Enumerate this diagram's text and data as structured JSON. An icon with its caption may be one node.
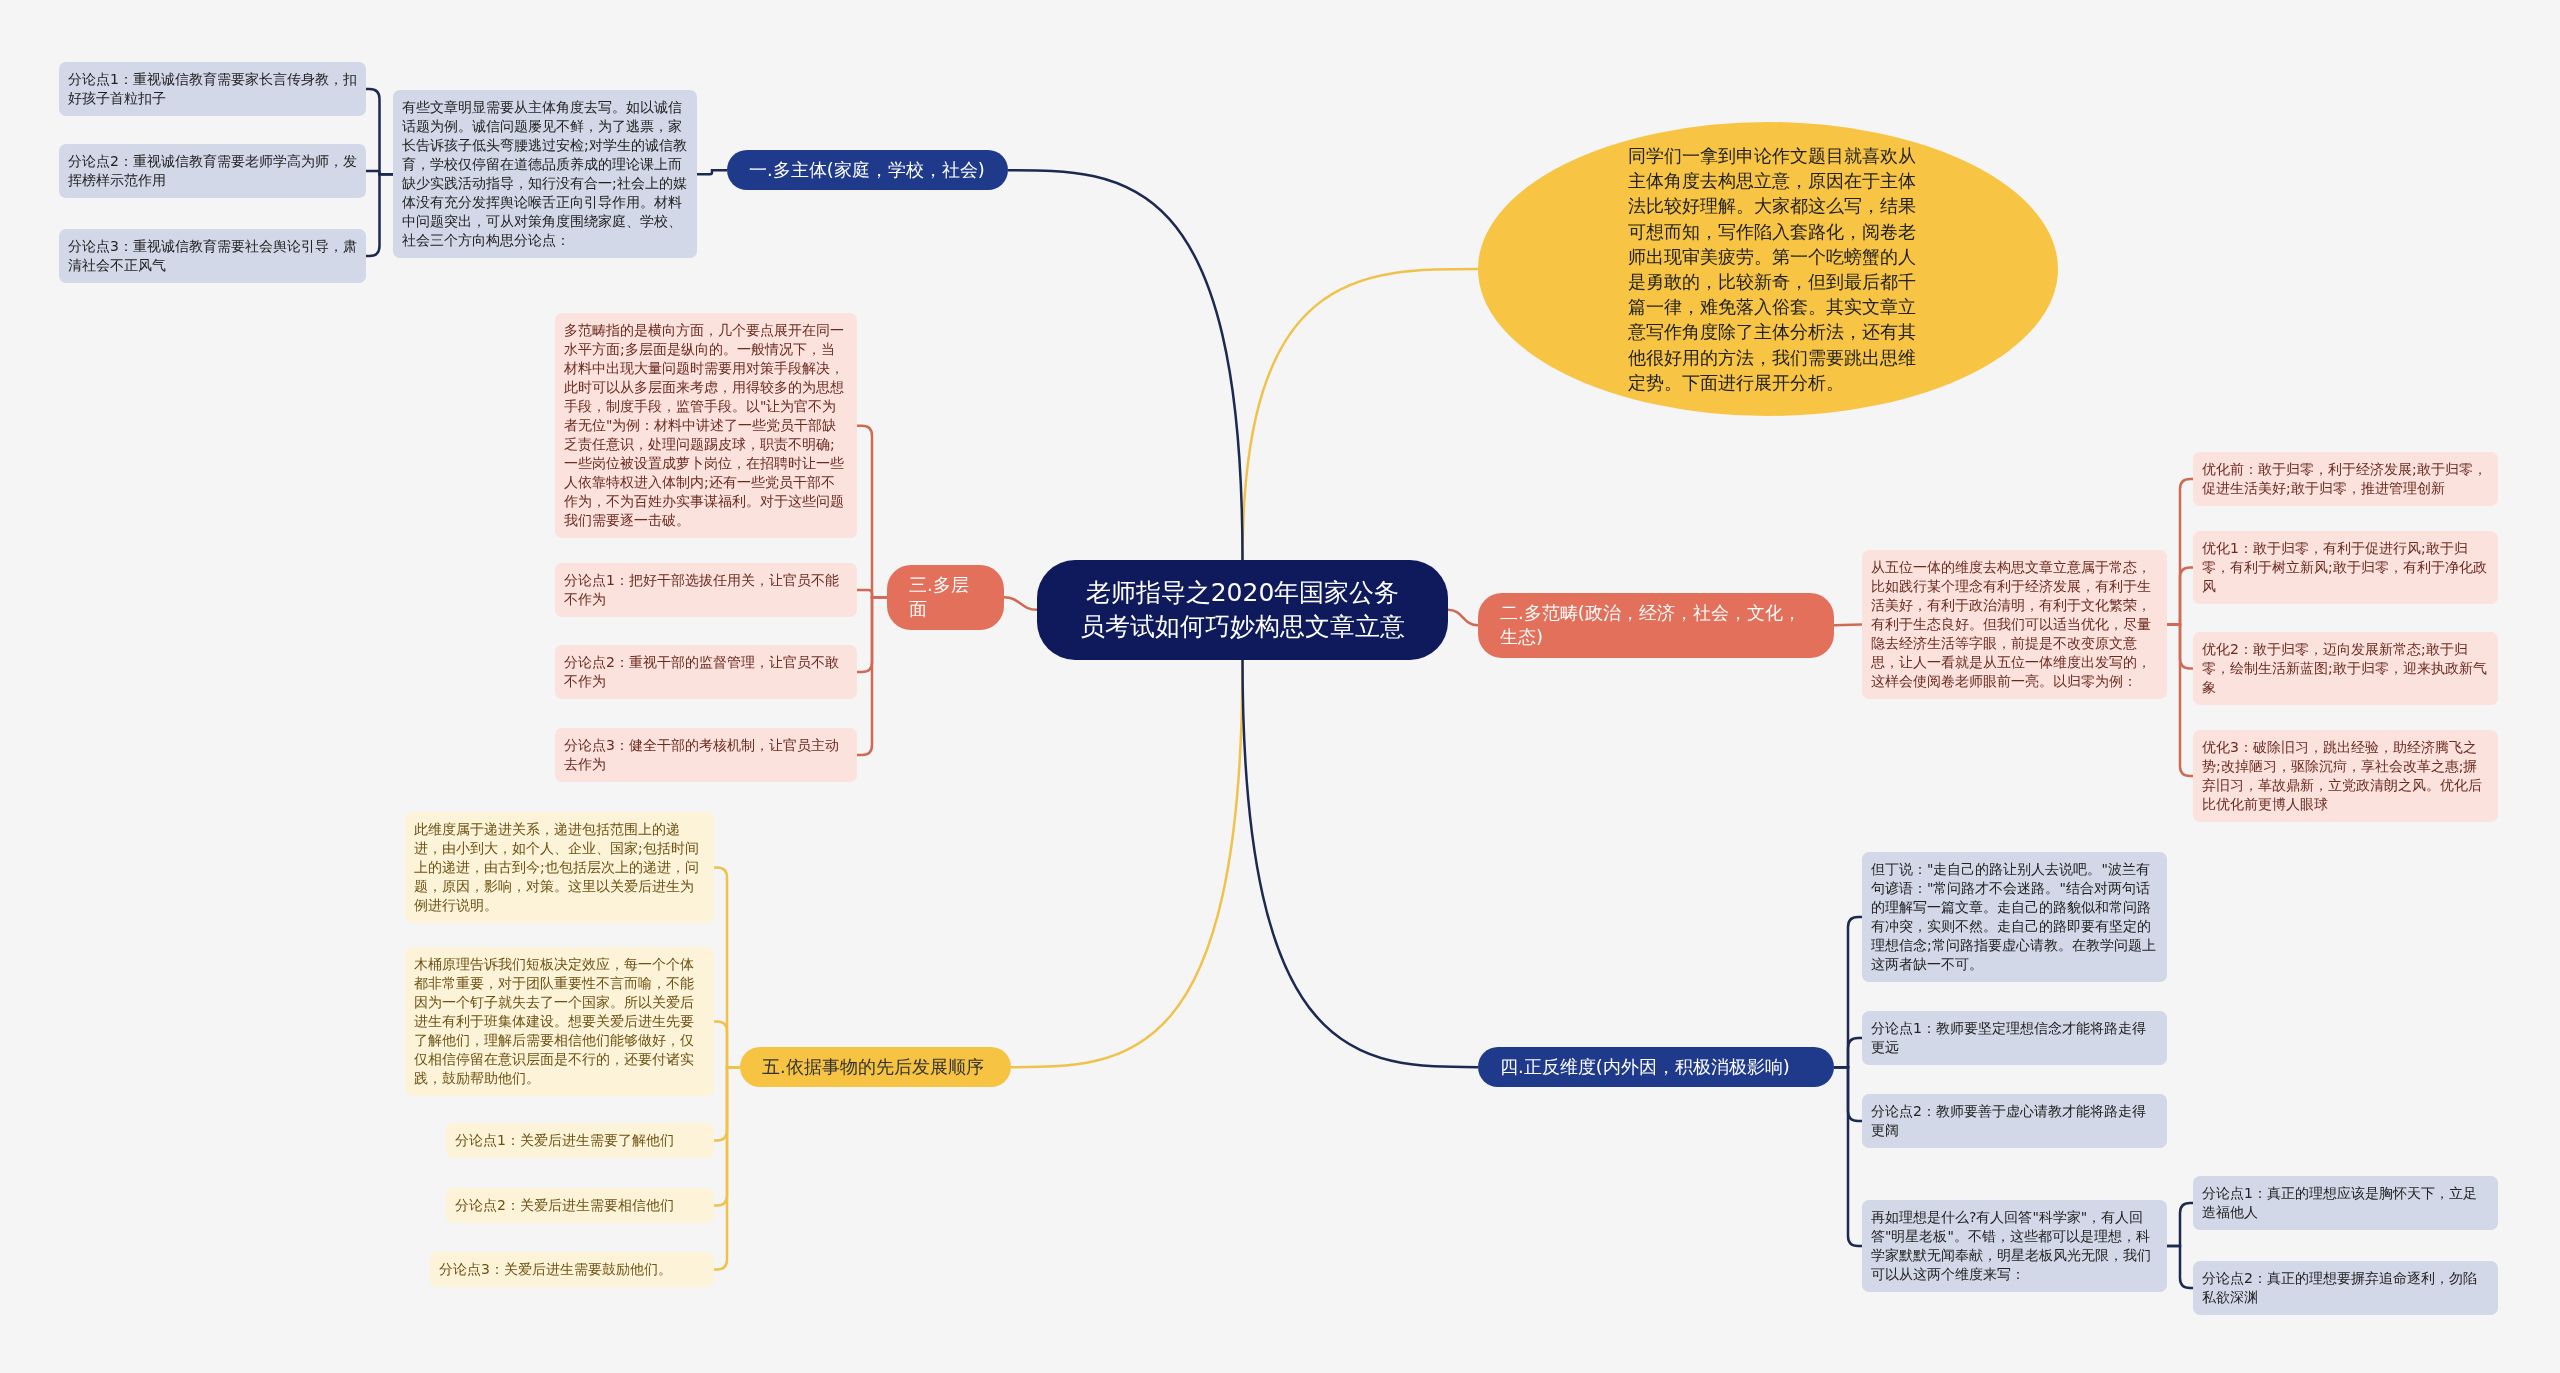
{
  "diagram": {
    "nodes": [
      {
        "text": [
          "老师指导之2020年国家公务员考试如何巧妙构思文章立意"
        ]
      },
      {
        "text": [
          "同学们一拿到申论作文题目就喜欢从主体角度去构思立意，原因在于主体法比较好理解。大家都这么写，结果可想而知，写作陷入套路化，阅卷老师出现审美疲劳。第一个吃螃蟹的人是勇敢的，比较新奇，但到最后都千篇一律，难免落入俗套。其实文章立意写作角度除了主体分析法，还有其他很好用的方法，我们需要跳出思维定势。下面进行展开分析。"
        ]
      },
      {
        "text": [
          "一.多主体(家庭，学校，社会)"
        ]
      },
      {
        "text": [
          "有些文章明显需要从主体角度去写。如以诚信话题为例。诚信问题屡见不鲜，为了逃票，家长告诉孩子低头弯腰逃过安检;对学生的诚信教育，学校仅停留在道德品质养成的理论课上而缺少实践活动指导，知行没有合一;社会上的媒体没有充分发挥舆论喉舌正向引导作用。材料中问题突出，可从对策角度围绕家庭、学校、社会三个方向构思分论点："
        ]
      },
      {
        "text": [
          "分论点1：重视诚信教育需要家长言传身教，扣好孩子首粒扣子"
        ]
      },
      {
        "text": [
          "分论点2：重视诚信教育需要老师学高为师，发挥榜样示范作用"
        ]
      },
      {
        "text": [
          "分论点3：重视诚信教育需要社会舆论引导，肃清社会不正风气"
        ]
      },
      {
        "text": [
          "三.多层面"
        ]
      },
      {
        "text": [
          "多范畴指的是横向方面，几个要点展开在同一水平方面;多层面是纵向的。一般情况下，当材料中出现大量问题时需要用对策手段解决，此时可以从多层面来考虑，用得较多的为思想手段，制度手段，监管手段。以\"让为官不为者无位\"为例：材料中讲述了一些党员干部缺乏责任意识，处理问题踢皮球，职责不明确;一些岗位被设置成萝卜岗位，在招聘时让一些人依靠特权进入体制内;还有一些党员干部不作为，不为百姓办实事谋福利。对于这些问题我们需要逐一击破。"
        ]
      },
      {
        "text": [
          "分论点1：把好干部选拔任用关，让官员不能不作为"
        ]
      },
      {
        "text": [
          "分论点2：重视干部的监督管理，让官员不敢不作为"
        ]
      },
      {
        "text": [
          "分论点3：健全干部的考核机制，让官员主动去作为"
        ]
      },
      {
        "text": [
          "五.依据事物的先后发展顺序"
        ]
      },
      {
        "text": [
          "此维度属于递进关系，递进包括范围上的递进，由小到大，如个人、企业、国家;包括时间上的递进，由古到今;也包括层次上的递进，问题，原因，影响，对策。这里以关爱后进生为例进行说明。"
        ]
      },
      {
        "text": [
          "木桶原理告诉我们短板决定效应，每一个个体都非常重要，对于团队重要性不言而喻，不能因为一个钉子就失去了一个国家。所以关爱后进生有利于班集体建设。想要关爱后进生先要了解他们，理解后需要相信他们能够做好，仅仅相信停留在意识层面是不行的，还要付诸实践，鼓励帮助他们。"
        ]
      },
      {
        "text": [
          "分论点1：关爱后进生需要了解他们"
        ]
      },
      {
        "text": [
          "分论点2：关爱后进生需要相信他们"
        ]
      },
      {
        "text": [
          "分论点3：关爱后进生需要鼓励他们。"
        ]
      },
      {
        "text": [
          "二.多范畴(政治，经济，社会，文化，生态)"
        ]
      },
      {
        "text": [
          "从五位一体的维度去构思文章立意属于常态，比如践行某个理念有利于经济发展，有利于生活美好，有利于政治清明，有利于文化繁荣，有利于生态良好。但我们可以适当优化，尽量隐去经济生活等字眼，前提是不改变原文意思，让人一看就是从五位一体维度出发写的，这样会使阅卷老师眼前一亮。以归零为例："
        ]
      },
      {
        "text": [
          "优化前：敢于归零，利于经济发展;敢于归零，促进生活美好;敢于归零，推进管理创新"
        ]
      },
      {
        "text": [
          "优化1：敢于归零，有利于促进行风;敢于归零，有利于树立新风;敢于归零，有利于净化政风"
        ]
      },
      {
        "text": [
          "优化2：敢于归零，迈向发展新常态;敢于归零，绘制生活新蓝图;敢于归零，迎来执政新气象"
        ]
      },
      {
        "text": [
          "优化3：破除旧习，跳出经验，助经济腾飞之势;改掉陋习，驱除沉疴，享社会改革之惠;摒弃旧习，革故鼎新，立党政清朗之风。优化后比优化前更博人眼球"
        ]
      },
      {
        "text": [
          "四.正反维度(内外因，积极消极影响)"
        ]
      },
      {
        "text": [
          "但丁说：\"走自己的路让别人去说吧。\"波兰有句谚语：\"常问路才不会迷路。\"结合对两句话的理解写一篇文章。走自己的路貌似和常问路有冲突，实则不然。走自己的路即要有坚定的理想信念;常问路指要虚心请教。在教学问题上这两者缺一不可。"
        ]
      },
      {
        "text": [
          "分论点1：教师要坚定理想信念才能将路走得更远"
        ]
      },
      {
        "text": [
          "分论点2：教师要善于虚心请教才能将路走得更阔"
        ]
      },
      {
        "text": [
          "再如理想是什么?有人回答\"科学家\"，有人回答\"明星老板\"。不错，这些都可以是理想，科学家默默无闻奉献，明星老板风光无限，我们可以从这两个维度来写："
        ]
      },
      {
        "text": [
          "分论点1：真正的理想应该是胸怀天下，立足造福他人"
        ]
      },
      {
        "text": [
          "分论点2：真正的理想要摒弃追命逐利，勿陷私欲深渊"
        ]
      }
    ],
    "edges": [
      {
        "from": 0,
        "to": 1,
        "arrow": "none",
        "color": "#f1c24b"
      },
      {
        "from": 0,
        "to": 2,
        "arrow": "none"
      },
      {
        "from": 2,
        "to": 3,
        "arrow": "none"
      },
      {
        "from": 3,
        "to": 4,
        "arrow": "none"
      },
      {
        "from": 3,
        "to": 5,
        "arrow": "none"
      },
      {
        "from": 3,
        "to": 6,
        "arrow": "none"
      },
      {
        "from": 0,
        "to": 7,
        "arrow": "none",
        "color": "#cf6a55"
      },
      {
        "from": 7,
        "to": 8,
        "arrow": "none",
        "color": "#cf6a55"
      },
      {
        "from": 7,
        "to": 9,
        "arrow": "none",
        "color": "#cf6a55"
      },
      {
        "from": 7,
        "to": 10,
        "arrow": "none",
        "color": "#cf6a55"
      },
      {
        "from": 7,
        "to": 11,
        "arrow": "none",
        "color": "#cf6a55"
      },
      {
        "from": 0,
        "to": 12,
        "arrow": "none",
        "color": "#f1c24b"
      },
      {
        "from": 12,
        "to": 13,
        "arrow": "none",
        "color": "#f1c24b"
      },
      {
        "from": 12,
        "to": 14,
        "arrow": "none",
        "color": "#f1c24b"
      },
      {
        "from": 12,
        "to": 15,
        "arrow": "none",
        "color": "#f1c24b"
      },
      {
        "from": 12,
        "to": 16,
        "arrow": "none",
        "color": "#f1c24b"
      },
      {
        "from": 12,
        "to": 17,
        "arrow": "none",
        "color": "#f1c24b"
      },
      {
        "from": 0,
        "to": 18,
        "arrow": "none",
        "color": "#cf6a55"
      },
      {
        "from": 18,
        "to": 19,
        "arrow": "none",
        "color": "#cf6a55"
      },
      {
        "from": 19,
        "to": 20,
        "arrow": "none",
        "color": "#cf6a55"
      },
      {
        "from": 19,
        "to": 21,
        "arrow": "none",
        "color": "#cf6a55"
      },
      {
        "from": 19,
        "to": 22,
        "arrow": "none",
        "color": "#cf6a55"
      },
      {
        "from": 19,
        "to": 23,
        "arrow": "none",
        "color": "#cf6a55"
      },
      {
        "from": 0,
        "to": 24,
        "arrow": "none"
      },
      {
        "from": 24,
        "to": 25,
        "arrow": "none"
      },
      {
        "from": 24,
        "to": 26,
        "arrow": "none"
      },
      {
        "from": 24,
        "to": 27,
        "arrow": "none"
      },
      {
        "from": 24,
        "to": 28,
        "arrow": "none"
      },
      {
        "from": 28,
        "to": 29,
        "arrow": "none"
      },
      {
        "from": 28,
        "to": 30,
        "arrow": "none"
      }
    ]
  }
}
